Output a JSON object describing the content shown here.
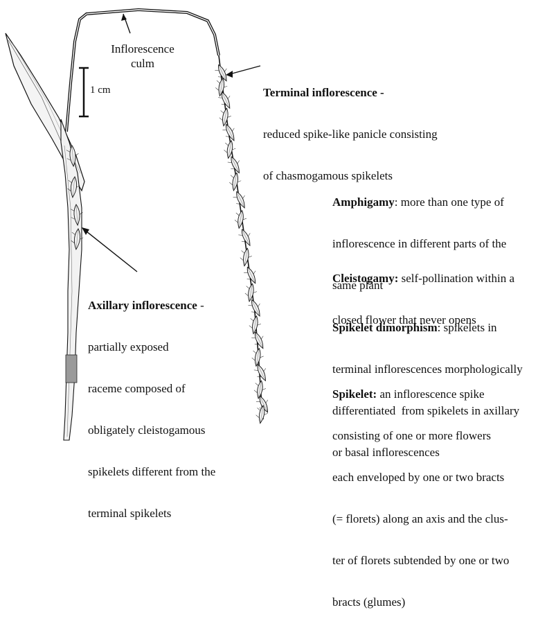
{
  "labels": {
    "culm": [
      "Inflorescence",
      "culm"
    ],
    "scale": "1 cm",
    "terminal": {
      "title": "Terminal inflorescence -",
      "lines": [
        "reduced spike-like panicle consisting",
        "of chasmogamous spikelets"
      ]
    },
    "axillary": {
      "title": "Axillary inflorescence",
      "title_suffix": " -",
      "lines": [
        "partially exposed",
        "raceme composed of",
        "obligately cleistogamous",
        "spikelets different from the",
        "terminal spikelets"
      ]
    }
  },
  "definitions": [
    {
      "term": "Amphigamy",
      "sep": ":",
      "lines": [
        " more than one type of",
        "inflorescence in different parts of the",
        "same plant"
      ]
    },
    {
      "term": "Cleistogamy:",
      "sep": "",
      "lines": [
        " self-pollination within a",
        "closed flower that never opens"
      ]
    },
    {
      "term": "Spikelet dimorphism",
      "sep": ":",
      "lines": [
        " spikelets in",
        "terminal inflorescences morphologically",
        "differentiated  from spikelets in axillary",
        "or basal inflorescences"
      ]
    },
    {
      "term": "Spikelet:",
      "sep": "",
      "lines": [
        " an inflorescence spike",
        "consisting of one or more flowers",
        "each enveloped by one or two bracts",
        "(= florets) along an axis and the clus-",
        "ter of florets subtended by one or two",
        "bracts (glumes)"
      ]
    }
  ],
  "colors": {
    "ink": "#111111",
    "paper": "#ffffff",
    "shade": "#8a8a8a"
  }
}
